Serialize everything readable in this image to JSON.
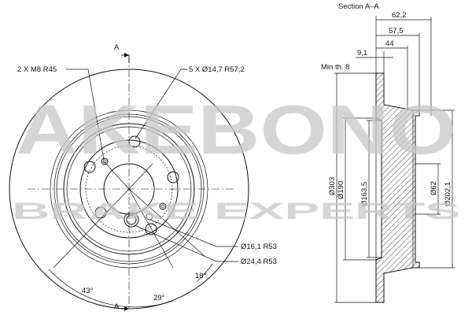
{
  "front_view": {
    "section_mark_top": "A",
    "section_mark_bottom": "A",
    "callout_threads": "2 X M8 R45",
    "callout_holes": "5 X Ø14,7 R57,2",
    "callout_centering_1": "Ø16,1 R53",
    "callout_centering_2": "Ø24,4 R53",
    "angle_18": "18°",
    "angle_43": "43°",
    "angle_29": "29°"
  },
  "section_view": {
    "title": "Section A–A",
    "min_thickness": "Min th. 8",
    "dim_62_2": "62,2",
    "dim_57_5": "57,5",
    "dim_44": "44",
    "dim_9_1": "9,1",
    "dia_303": "Ø303",
    "dia_190": "Ø190",
    "dia_163_5": "Ø163,5",
    "dia_62": "Ø62",
    "dia_202_1": "Ø202,1"
  },
  "watermark": {
    "brand": "AKEBONO",
    "tagline": "BRAKE EXPERTS"
  },
  "colors": {
    "lines": "#111111",
    "watermark": "#c8c8c8"
  }
}
